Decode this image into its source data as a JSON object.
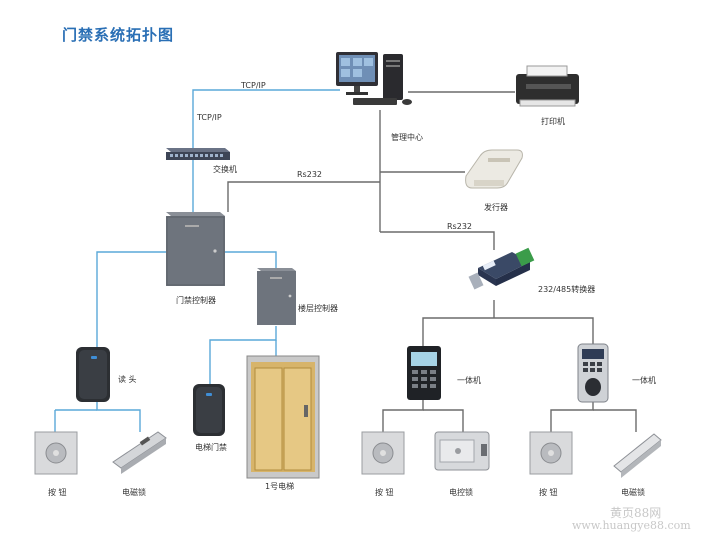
{
  "title": "门禁系统拓扑图",
  "labels": {
    "tcp1": "TCP/IP",
    "tcp2": "TCP/IP",
    "switch": "交换机",
    "mgmt": "管理中心",
    "printer": "打印机",
    "rs232a": "Rs232",
    "rs232b": "Rs232",
    "issuer": "发行器",
    "converter": "232/485转换器",
    "door_ctrl": "门禁控制器",
    "floor_ctrl": "楼层控制器",
    "reader": "读 头",
    "lift_access": "电梯门禁",
    "lift": "1号电梯",
    "aio1": "一体机",
    "aio2": "一体机",
    "btn1": "按 钮",
    "lock1": "电磁锁",
    "btn2": "按 钮",
    "lock2": "电控锁",
    "btn3": "按 钮",
    "lock3": "电磁锁"
  },
  "watermark": {
    "line1": "黄页88网",
    "line2": "www.huangye88.com"
  },
  "colors": {
    "title": "#2a6fb5",
    "line_blue": "#5aa9d8",
    "line_gray": "#6b6b6b"
  }
}
